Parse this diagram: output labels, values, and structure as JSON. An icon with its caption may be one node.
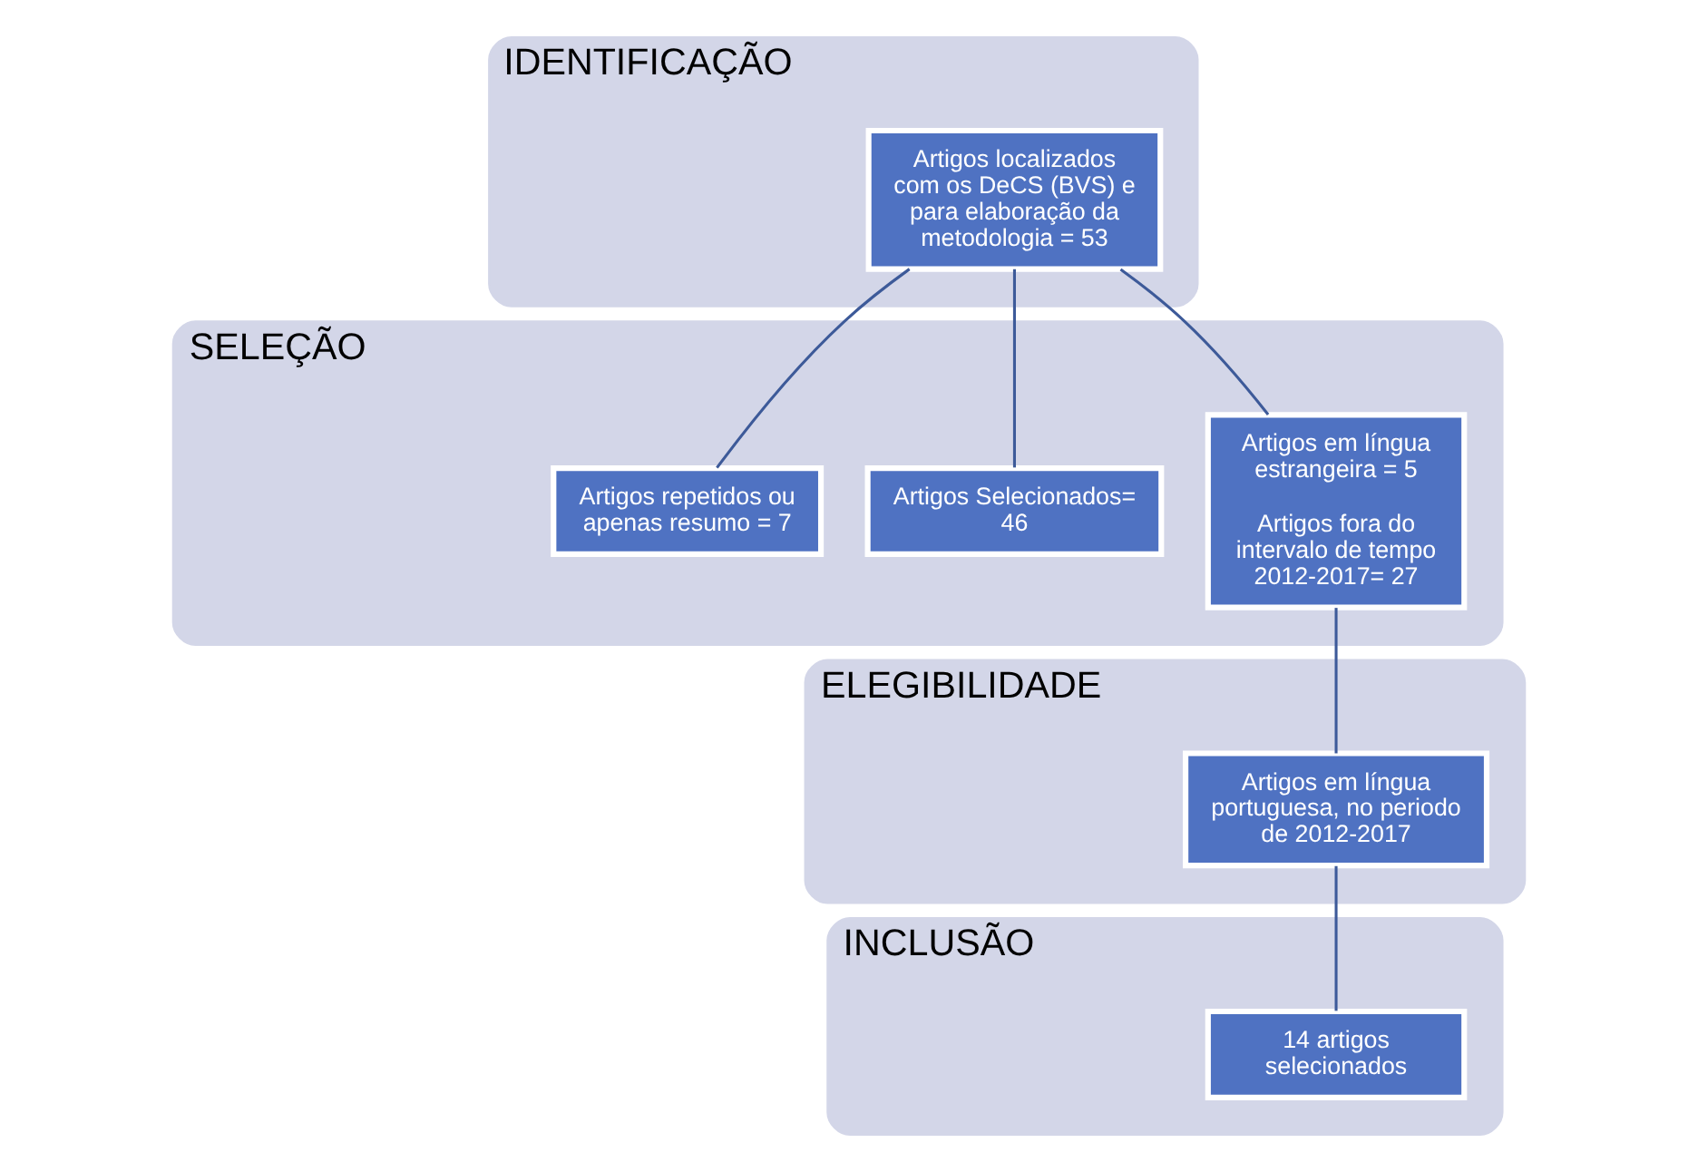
{
  "diagram": {
    "nodes": [
      {
        "text": [
          "IDENTIFICAÇÃO"
        ]
      },
      {
        "text": [
          "Artigos localizados com os DeCS (BVS) e para elaboração da metodologia = 53"
        ],
        "in": 0
      },
      {
        "text": [
          "SELEÇÃO"
        ]
      },
      {
        "text": [
          "Artigos repetidos ou apenas resumo = 7"
        ],
        "in": 2
      },
      {
        "text": [
          "Artigos Selecionados= 46"
        ],
        "in": 2
      },
      {
        "text": [
          "Artigos em língua estrangeira = 5",
          "Artigos fora do intervalo de tempo 2012-2017= 27"
        ],
        "in": 2
      },
      {
        "text": [
          "ELEGIBILIDADE"
        ]
      },
      {
        "text": [
          "Artigos em língua portuguesa, no periodo de 2012-2017"
        ],
        "in": 6
      },
      {
        "text": [
          "INCLUSÃO"
        ]
      },
      {
        "text": [
          "14 artigos selecionados"
        ],
        "in": 8
      }
    ],
    "edges": [
      {
        "from": 1,
        "to": 3,
        "arrow": "none"
      },
      {
        "from": 1,
        "to": 4,
        "arrow": "none"
      },
      {
        "from": 1,
        "to": 5,
        "arrow": "none"
      },
      {
        "from": 5,
        "to": 7,
        "arrow": "none"
      },
      {
        "from": 7,
        "to": 9,
        "arrow": "none"
      }
    ]
  }
}
